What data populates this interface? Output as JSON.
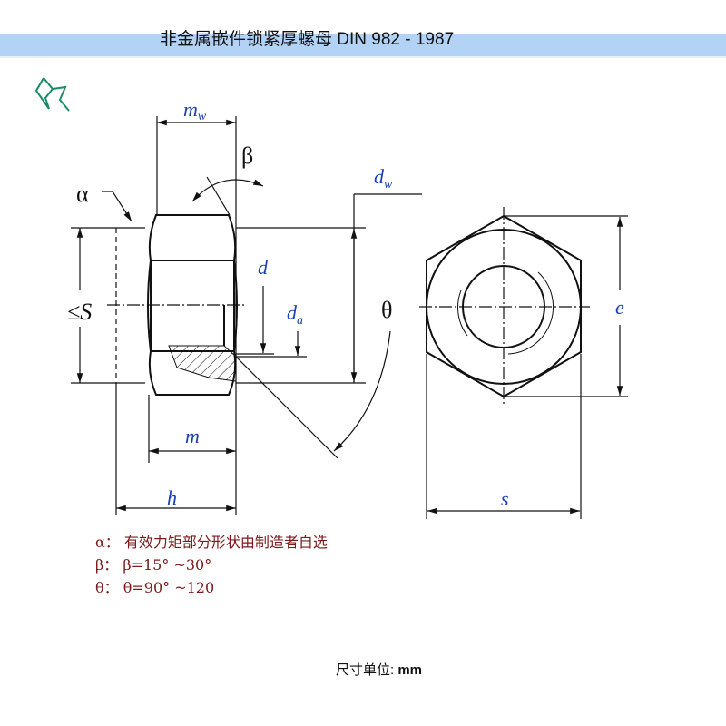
{
  "header": {
    "title": "非金属嵌件锁紧厚螺母 DIN 982 - 1987"
  },
  "icons": {
    "pin": "pushpin-icon"
  },
  "drawing": {
    "labels": {
      "mw": "m",
      "mw_sub": "w",
      "beta": "β",
      "alpha": "α",
      "dw": "d",
      "dw_sub": "w",
      "d": "d",
      "da": "d",
      "da_sub": "a",
      "s_left": "≤S",
      "theta": "θ",
      "m": "m",
      "h": "h",
      "e": "e",
      "s": "s"
    }
  },
  "notes": [
    "α： 有效力矩部分形状由制造者自选",
    "β：  β=15° ~30°",
    "θ：  θ=90° ~120"
  ],
  "footer": {
    "label": "尺寸单位:",
    "unit": "mm"
  },
  "colors": {
    "band": "#b3d3f6",
    "label": "#1a3fb0",
    "note": "#7a1a1a",
    "icon": "#1a8a6a"
  }
}
